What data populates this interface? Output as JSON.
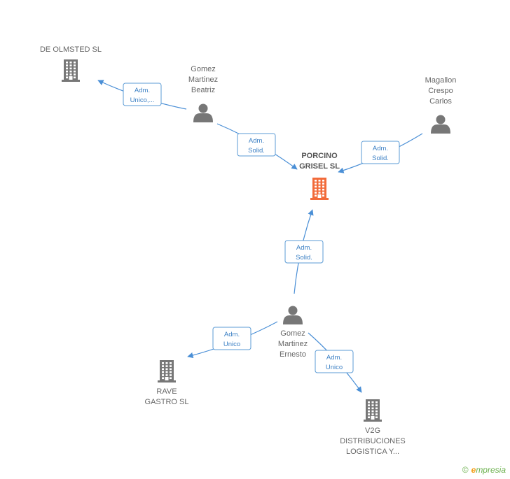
{
  "colors": {
    "main_company": "#f26b3a",
    "company": "#777777",
    "person": "#777777",
    "edge": "#4a8fd6",
    "edge_label": "#3a7fc4"
  },
  "nodes": [
    {
      "id": "porcino",
      "type": "company",
      "main": true,
      "lines": [
        "PORCINO",
        "GRISEL SL"
      ]
    },
    {
      "id": "olmsted",
      "type": "company",
      "lines": [
        "DE OLMSTED SL"
      ]
    },
    {
      "id": "beatriz",
      "type": "person",
      "lines": [
        "Gomez",
        "Martinez",
        "Beatriz"
      ]
    },
    {
      "id": "magallon",
      "type": "person",
      "lines": [
        "Magallon",
        "Crespo",
        "Carlos"
      ]
    },
    {
      "id": "ernesto",
      "type": "person",
      "lines": [
        "Gomez",
        "Martinez",
        "Ernesto"
      ]
    },
    {
      "id": "rave",
      "type": "company",
      "lines": [
        "RAVE",
        "GASTRO  SL"
      ]
    },
    {
      "id": "v2g",
      "type": "company",
      "lines": [
        "V2G",
        "DISTRIBUCIONES",
        "LOGISTICA Y..."
      ]
    }
  ],
  "edges": [
    {
      "id": "beatriz-olmsted",
      "from": "beatriz",
      "to": "olmsted",
      "label": [
        "Adm.",
        "Unico,..."
      ]
    },
    {
      "id": "beatriz-porcino",
      "from": "beatriz",
      "to": "porcino",
      "label": [
        "Adm.",
        "Solid."
      ]
    },
    {
      "id": "magallon-porcino",
      "from": "magallon",
      "to": "porcino",
      "label": [
        "Adm.",
        "Solid."
      ]
    },
    {
      "id": "ernesto-porcino",
      "from": "ernesto",
      "to": "porcino",
      "label": [
        "Adm.",
        "Solid."
      ]
    },
    {
      "id": "ernesto-rave",
      "from": "ernesto",
      "to": "rave",
      "label": [
        "Adm.",
        "Unico"
      ]
    },
    {
      "id": "ernesto-v2g",
      "from": "ernesto",
      "to": "v2g",
      "label": [
        "Adm.",
        "Unico"
      ]
    }
  ],
  "footer": {
    "copyright_symbol": "©",
    "brand_first_letter": "e",
    "brand_rest": "mpresia"
  }
}
